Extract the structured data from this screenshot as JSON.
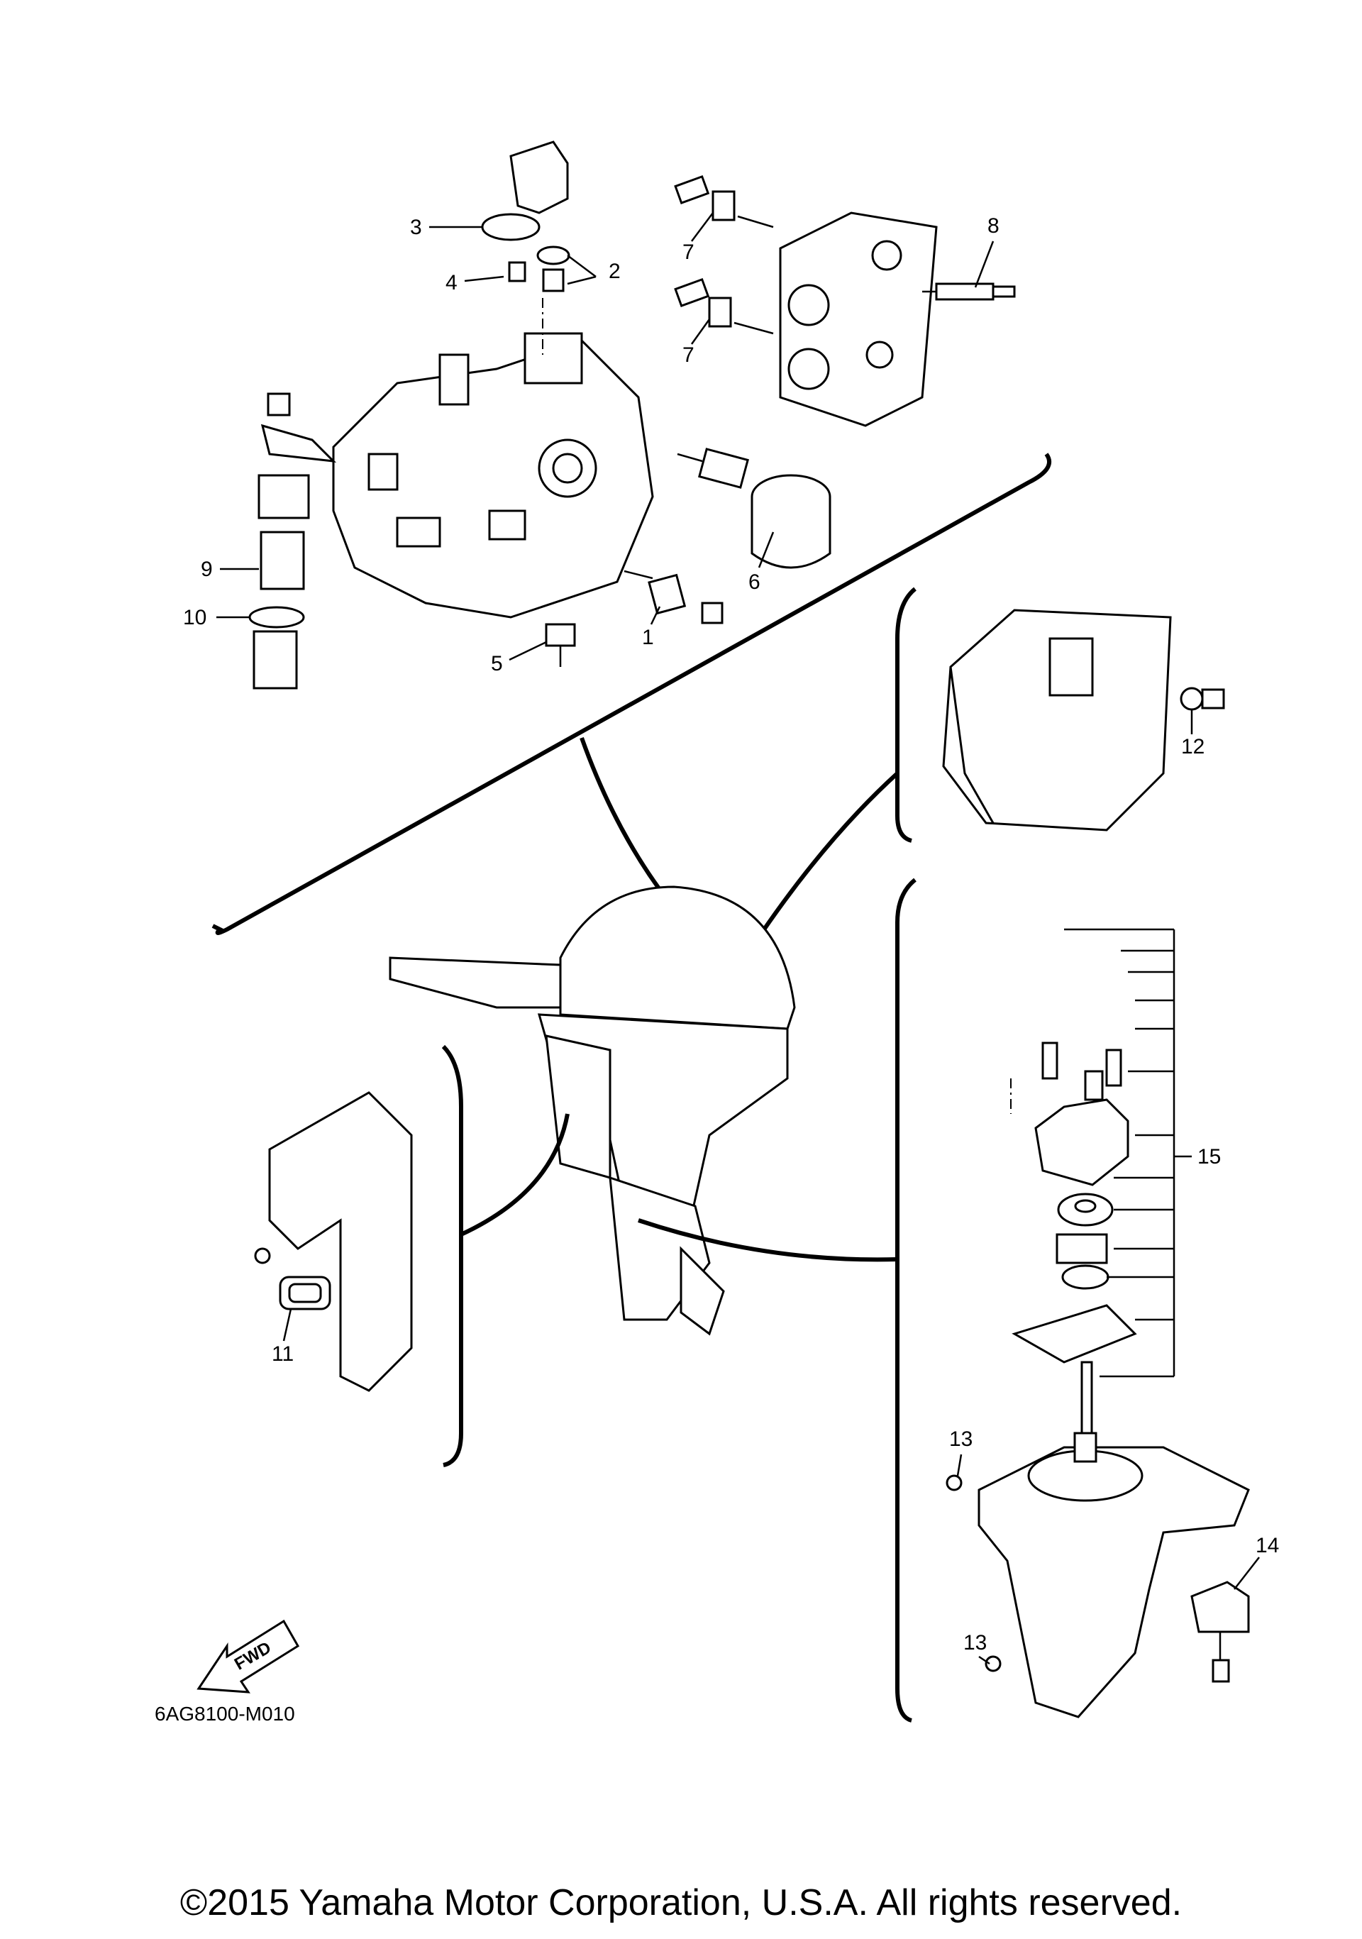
{
  "diagram": {
    "code": "6AG8100-M010",
    "fwd": "FWD",
    "callouts": [
      "1",
      "2",
      "3",
      "4",
      "5",
      "6",
      "7",
      "7",
      "8",
      "9",
      "10",
      "11",
      "12",
      "13",
      "13",
      "14",
      "15"
    ]
  },
  "footer": {
    "copyright": "©2015 Yamaha Motor Corporation, U.S.A. All rights reserved."
  }
}
